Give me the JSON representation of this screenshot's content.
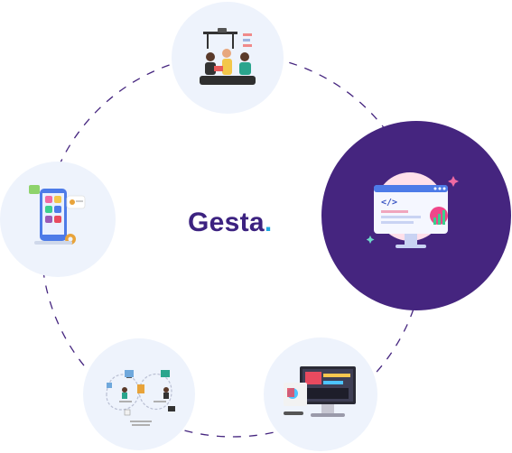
{
  "logo": {
    "text": "Gesta",
    "dot": ".",
    "brand_color": "#3c2280",
    "accent_color": "#1ea8e0"
  },
  "nodes": [
    {
      "id": "team-meeting",
      "icon": "team-presentation-illustration",
      "active": false
    },
    {
      "id": "web-development",
      "icon": "code-monitor-illustration",
      "active": true
    },
    {
      "id": "design-tools",
      "icon": "desktop-design-illustration",
      "active": false
    },
    {
      "id": "workflow",
      "icon": "process-flow-illustration",
      "active": false
    },
    {
      "id": "mobile-apps",
      "icon": "mobile-app-illustration",
      "active": false
    }
  ],
  "colors": {
    "node_bg": "#eef3fc",
    "active_bg": "#45257f",
    "ring_dash": "#45257f"
  }
}
